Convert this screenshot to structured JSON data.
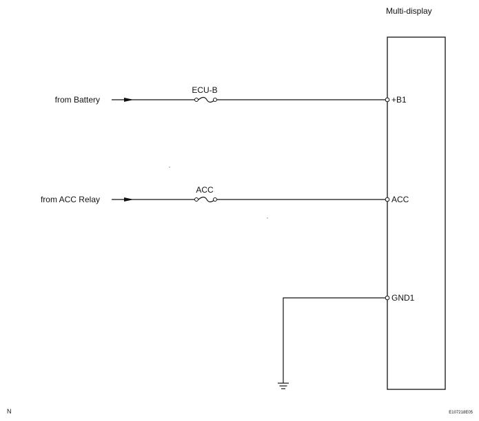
{
  "component": {
    "title": "Multi-display"
  },
  "circuits": [
    {
      "source_label": "from Battery",
      "fuse_label": "ECU-B",
      "terminal_label": "+B1",
      "arrow_icon": "arrow-right-icon",
      "fuse_icon": "fuse-icon"
    },
    {
      "source_label": "from ACC Relay",
      "fuse_label": "ACC",
      "terminal_label": "ACC",
      "arrow_icon": "arrow-right-icon",
      "fuse_icon": "fuse-icon"
    }
  ],
  "ground": {
    "terminal_label": "GND1",
    "ground_icon": "ground-symbol-icon"
  },
  "footer": {
    "left_mark": "N",
    "figure_id": "E107218E05"
  }
}
